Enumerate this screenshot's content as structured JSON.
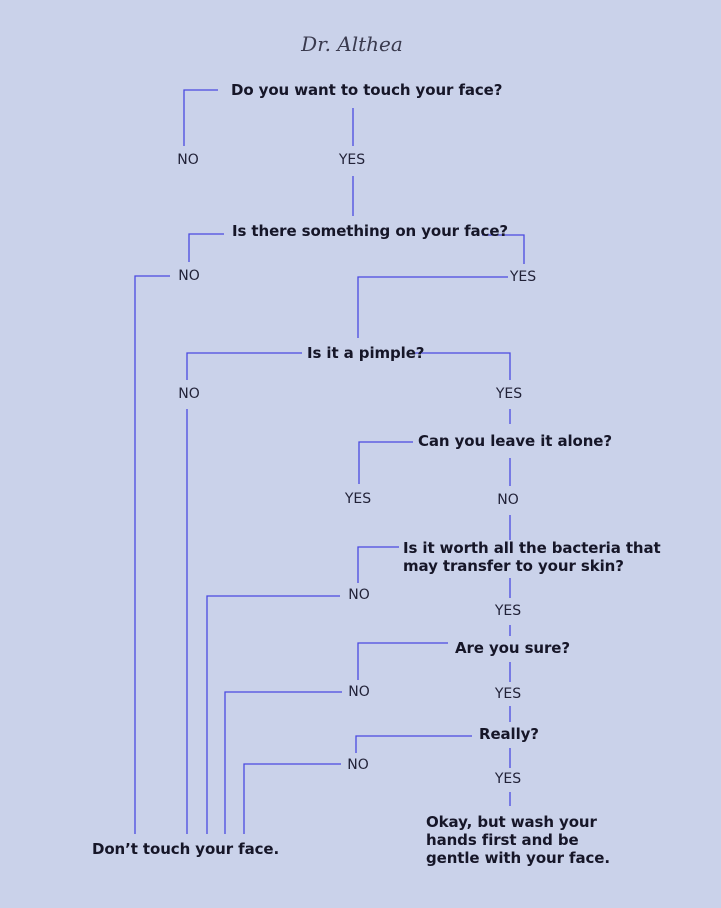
{
  "brand": "Dr. Althea",
  "colors": {
    "background": "#cad2ea",
    "connector": "#4a4ae0",
    "text": "#161628"
  },
  "questions": {
    "q1": "Do you want to touch your face?",
    "q2": "Is there something on your face?",
    "q3": "Is it a pimple?",
    "q4": "Can you leave it alone?",
    "q5_line1": "Is it worth all the bacteria that",
    "q5_line2": "may transfer to your skin?",
    "q6": "Are you sure?",
    "q7": "Really?"
  },
  "answers": {
    "q1_no": "NO",
    "q1_yes": "YES",
    "q2_no": "NO",
    "q2_yes": "YES",
    "q3_no": "NO",
    "q3_yes": "YES",
    "q4_yes": "YES",
    "q4_no": "NO",
    "q5_no": "NO",
    "q5_yes": "YES",
    "q6_no": "NO",
    "q6_yes": "YES",
    "q7_no": "NO",
    "q7_yes": "YES"
  },
  "outcomes": {
    "dont": "Don’t touch your face.",
    "okay_line1": "Okay, but wash your",
    "okay_line2": "hands first and be",
    "okay_line3": "gentle with your face."
  }
}
